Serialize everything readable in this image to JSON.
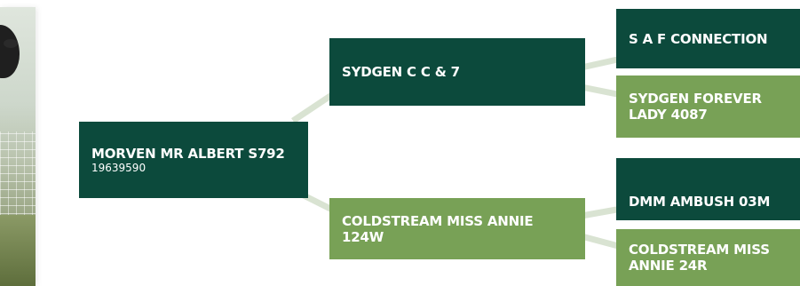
{
  "colors": {
    "dark_green": "#0c4a3c",
    "light_green": "#78a156",
    "connector": "#d9e3d2"
  },
  "pedigree": {
    "subject": {
      "name": "MORVEN MR ALBERT S792",
      "id": "19639590"
    },
    "sire": {
      "name": "SYDGEN C C & 7"
    },
    "dam": {
      "name": "COLDSTREAM MISS ANNIE 124W"
    },
    "sire_sire": {
      "name": "S A F CONNECTION"
    },
    "sire_dam": {
      "name": "SYDGEN FOREVER LADY 4087"
    },
    "dam_sire": {
      "name": "DMM AMBUSH 03M"
    },
    "dam_dam": {
      "name": "COLDSTREAM MISS ANNIE 24R"
    }
  }
}
